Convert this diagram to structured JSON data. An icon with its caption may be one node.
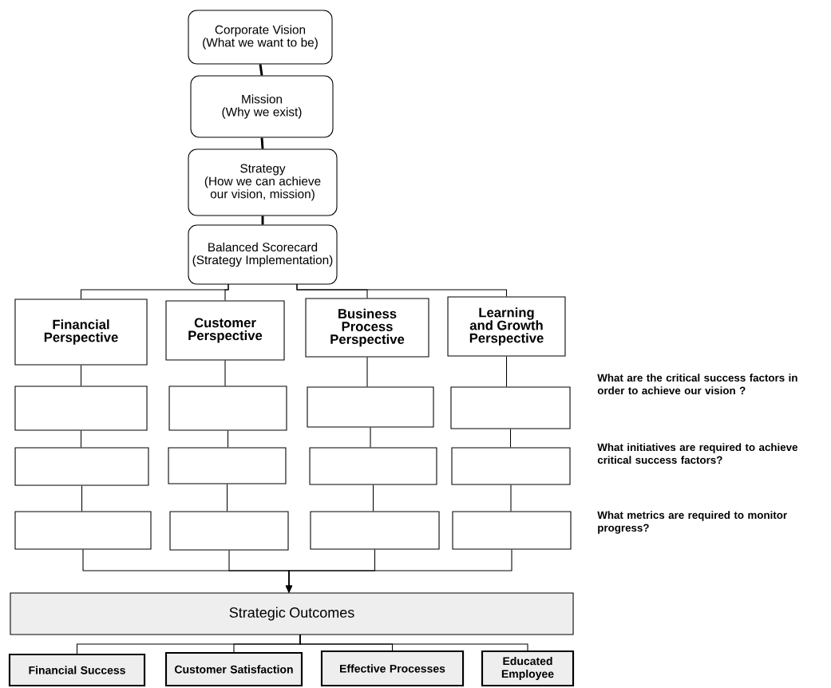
{
  "diagram": {
    "nodes": [
      {
        "text": [
          "Corporate Vision",
          "(What we want to be)"
        ]
      },
      {
        "text": [
          "Mission",
          "(Why we exist)"
        ]
      },
      {
        "text": [
          "Strategy",
          "(How we can achieve our vision, mission)"
        ]
      },
      {
        "text": [
          "Balanced Scorecard",
          "(Strategy Implementation)"
        ]
      },
      {
        "text": [
          "Financial Perspective"
        ]
      },
      {
        "text": [
          "Customer Perspective"
        ]
      },
      {
        "text": [
          "Business Process Perspective"
        ]
      },
      {
        "text": [
          "Learning and Growth Perspective"
        ]
      },
      {
        "text": [],
        "shape": "box"
      },
      {
        "text": [],
        "shape": "box"
      },
      {
        "text": [],
        "shape": "box"
      },
      {
        "text": [],
        "shape": "box"
      },
      {
        "text": [],
        "shape": "box"
      },
      {
        "text": [],
        "shape": "box"
      },
      {
        "text": [],
        "shape": "box"
      },
      {
        "text": [],
        "shape": "box"
      },
      {
        "text": [],
        "shape": "box"
      },
      {
        "text": [],
        "shape": "box"
      },
      {
        "text": [],
        "shape": "box"
      },
      {
        "text": [],
        "shape": "box"
      },
      {
        "text": [
          "Strategic Outcomes"
        ]
      },
      {
        "text": [
          "Financial Success"
        ]
      },
      {
        "text": [
          "Customer Satisfaction"
        ]
      },
      {
        "text": [
          "Effective Processes"
        ]
      },
      {
        "text": [
          "Educated Employee"
        ]
      }
    ],
    "edges": [
      {
        "from": 0,
        "to": 1,
        "arrow": "none",
        "style": "thick"
      },
      {
        "from": 1,
        "to": 2,
        "arrow": "none",
        "style": "thick"
      },
      {
        "from": 2,
        "to": 3,
        "arrow": "none",
        "style": "thick"
      },
      {
        "from": 3,
        "to": 4,
        "arrow": "none"
      },
      {
        "from": 3,
        "to": 5,
        "arrow": "none"
      },
      {
        "from": 3,
        "to": 6,
        "arrow": "none"
      },
      {
        "from": 3,
        "to": 7,
        "arrow": "none"
      },
      {
        "from": 4,
        "to": 8,
        "arrow": "none"
      },
      {
        "from": 5,
        "to": 9,
        "arrow": "none"
      },
      {
        "from": 6,
        "to": 10,
        "arrow": "none"
      },
      {
        "from": 7,
        "to": 11,
        "arrow": "none"
      },
      {
        "from": 8,
        "to": 12,
        "arrow": "none"
      },
      {
        "from": 9,
        "to": 13,
        "arrow": "none"
      },
      {
        "from": 10,
        "to": 14,
        "arrow": "none"
      },
      {
        "from": 11,
        "to": 15,
        "arrow": "none"
      },
      {
        "from": 12,
        "to": 16,
        "arrow": "none"
      },
      {
        "from": 13,
        "to": 17,
        "arrow": "none"
      },
      {
        "from": 14,
        "to": 18,
        "arrow": "none"
      },
      {
        "from": 15,
        "to": 19,
        "arrow": "none"
      },
      {
        "from": 16,
        "to": 20,
        "arrow": "to"
      },
      {
        "from": 17,
        "to": 20,
        "arrow": "to"
      },
      {
        "from": 18,
        "to": 20,
        "arrow": "to"
      },
      {
        "from": 19,
        "to": 20,
        "arrow": "to"
      },
      {
        "from": 20,
        "to": 21,
        "arrow": "none"
      },
      {
        "from": 20,
        "to": 22,
        "arrow": "none"
      },
      {
        "from": 20,
        "to": 23,
        "arrow": "none"
      },
      {
        "from": 20,
        "to": 24,
        "arrow": "none"
      }
    ],
    "labels": [
      "What are the critical success factors in order to achieve our vision ?",
      "What initiatives are required to achieve critical success factors?",
      "What metrics are required to monitor progress?"
    ]
  }
}
